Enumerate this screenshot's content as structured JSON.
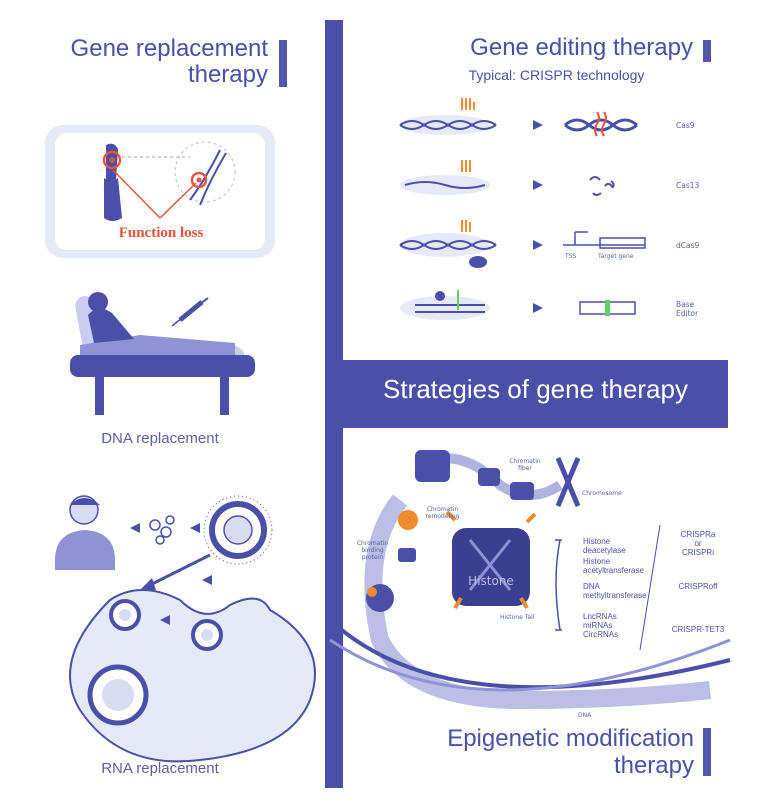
{
  "left": {
    "title_line1": "Gene replacement",
    "title_line2": "therapy",
    "function_loss": "Function loss",
    "dna_replacement": "DNA replacement",
    "rna_replacement": "RNA replacement"
  },
  "editing": {
    "title": "Gene editing therapy",
    "subtitle": "Typical: CRISPR technology",
    "rows": [
      {
        "label": "Cas9"
      },
      {
        "label": "Cas13"
      },
      {
        "label": "dCas9"
      },
      {
        "label_line1": "Base",
        "label_line2": "Editor"
      }
    ],
    "tss": "TSS",
    "target_gene": "Target  gene"
  },
  "center": {
    "banner": "Strategies of gene therapy"
  },
  "epigenetic": {
    "title_line1": "Epigenetic modification",
    "title_line2": "therapy",
    "chromatin_fiber": "Chromatin fiber",
    "chromosome": "Chromosome",
    "chromatin_remodeling": "Chromatin remodeling",
    "chromatin_binding": "Chromatin binding protein",
    "histone": "Histone",
    "histone_tail": "Histone Tail",
    "dna": "DNA",
    "mods": [
      {
        "line1": "Histone",
        "line2": "deacetylase"
      },
      {
        "line1": "Histone",
        "line2": "acetyltransferase"
      },
      {
        "line1": "DNA",
        "line2": "methyltransferase"
      },
      {
        "line1": "LncRNAs",
        "line2": "miRNAs",
        "line3": "CircRNAs"
      }
    ],
    "crispra": "CRISPRa",
    "or": "or",
    "crispri": "CRISPRi",
    "crisproff": "CRISPRoff",
    "crisprtet3": "CRISPR-TET3"
  },
  "colors": {
    "primary": "#4a4fa8",
    "accent": "#e8543c",
    "orange": "#f08a2c",
    "light": "#e6e9f7"
  }
}
